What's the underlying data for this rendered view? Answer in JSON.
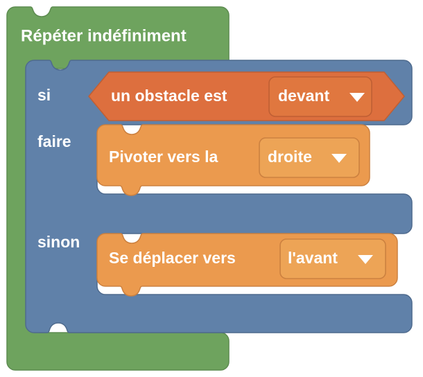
{
  "workspace": {
    "background_color": "#ffffff",
    "language": "fr"
  },
  "palette": {
    "loop_green": "#6ea35e",
    "loop_green_stroke": "#5d8c50",
    "control_blue": "#6081a9",
    "control_blue_stroke": "#4f6b8e",
    "action_orange": "#eb9a4e",
    "action_orange_stroke": "#cc8140",
    "condition_orange": "#dd6f3e",
    "condition_orange_stroke": "#bf5f34",
    "field_fill_action": "#eda456",
    "field_fill_condition": "#e0773f",
    "text_white": "#ffffff"
  },
  "blocks": {
    "loop": {
      "name": "repeat-forever-block",
      "label": "Répéter indéfiniment",
      "color": "#6ea35e"
    },
    "if_else": {
      "name": "if-else-block",
      "color": "#6081a9",
      "if_label": "si",
      "do_label": "faire",
      "else_label": "sinon"
    },
    "condition": {
      "name": "obstacle-detect-condition",
      "color": "#dd6f3e",
      "text": "un obstacle est",
      "dropdown": {
        "name": "obstacle-direction-dropdown",
        "value": "devant",
        "chevron": "chevron-down-icon"
      }
    },
    "do_action": {
      "name": "turn-block",
      "color": "#eb9a4e",
      "text": "Pivoter vers  la",
      "dropdown": {
        "name": "turn-direction-dropdown",
        "value": "droite",
        "chevron": "chevron-down-icon"
      }
    },
    "else_action": {
      "name": "move-block",
      "color": "#eb9a4e",
      "text": "Se déplacer vers",
      "dropdown": {
        "name": "move-direction-dropdown",
        "value": "l'avant",
        "chevron": "chevron-down-icon"
      }
    }
  }
}
